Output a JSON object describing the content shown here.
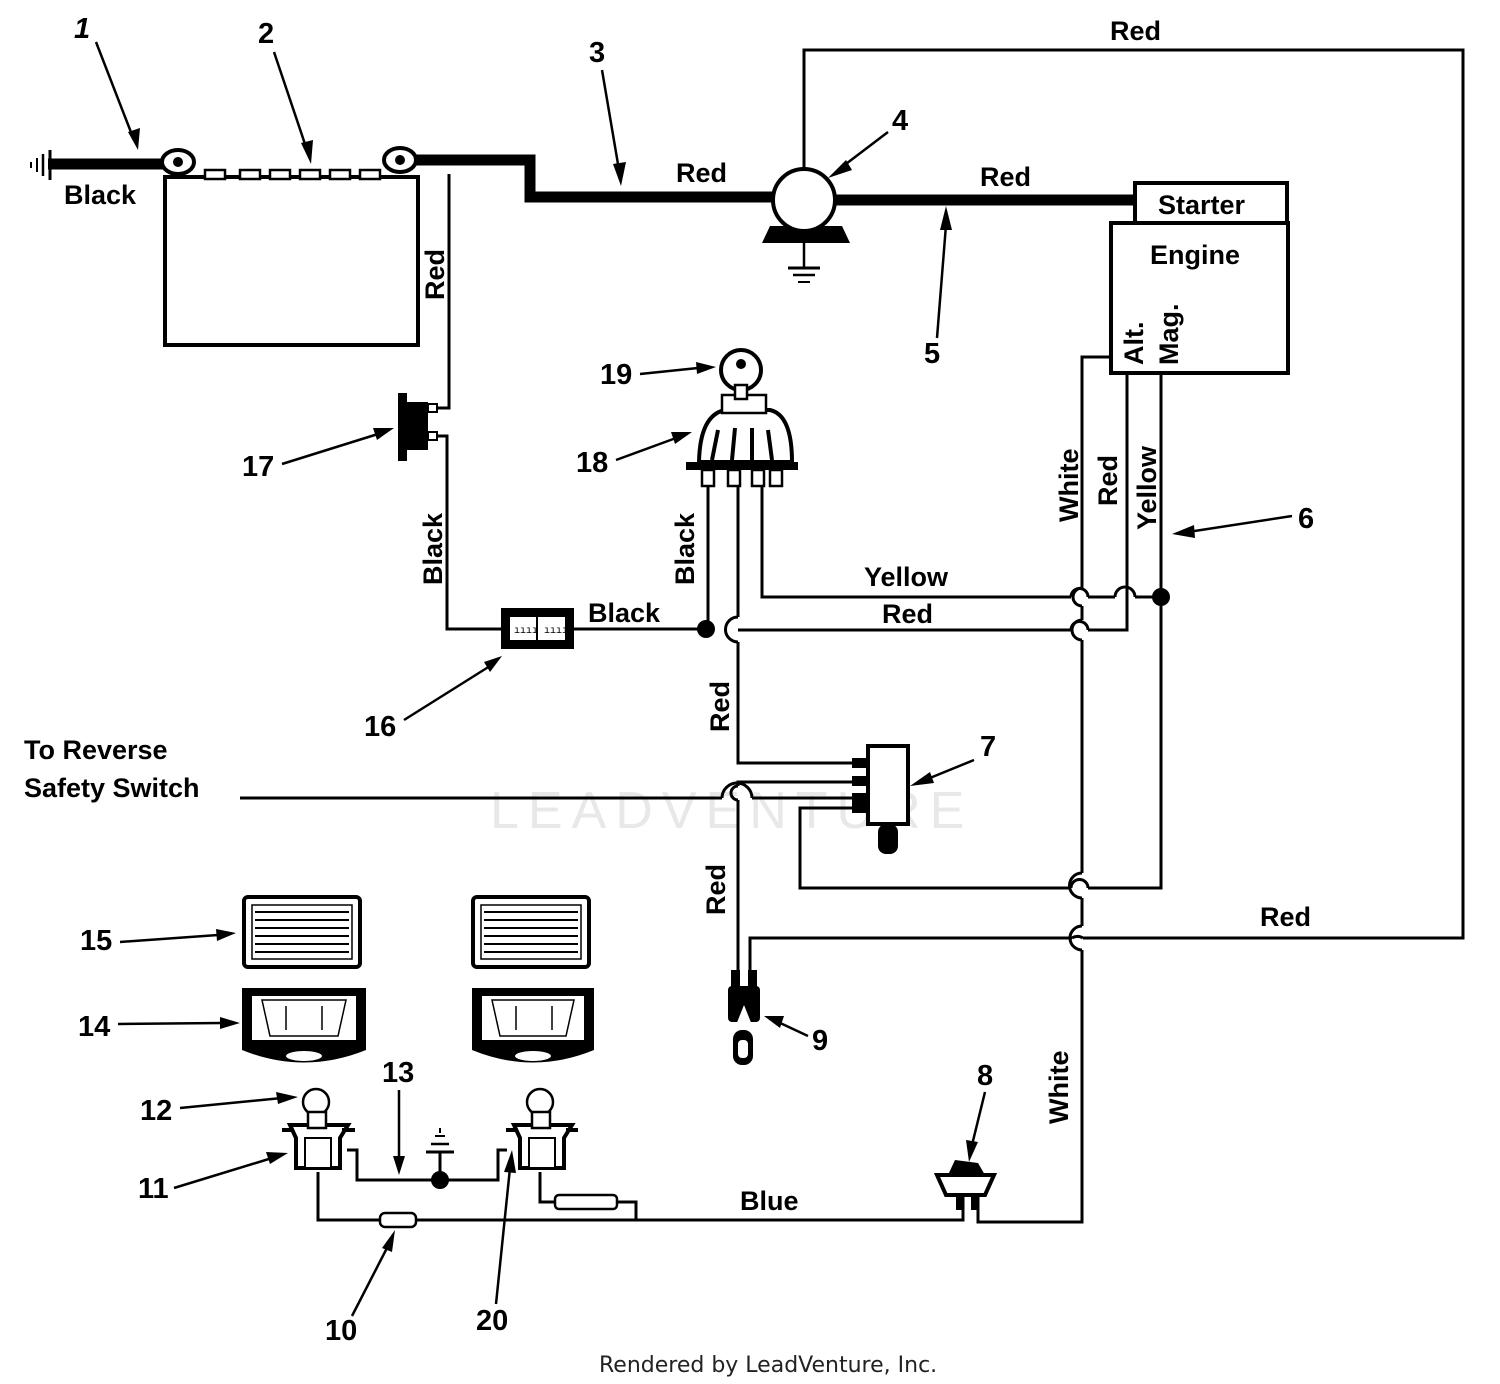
{
  "wire_labels": {
    "battery_ground": "Black",
    "battery_to_solenoid": "Red",
    "solenoid_to_starter": "Red",
    "top_loop": "Red",
    "battery_feed": "Red",
    "ammeter_feed": "Black",
    "ammeter_out": "Black",
    "switch_black": "Black",
    "switch_yellow": "Yellow",
    "switch_red": "Red",
    "engine_white": "White",
    "engine_red": "Red",
    "engine_yellow": "Yellow",
    "relay_red": "Red",
    "relay_out_red": "Red",
    "right_red": "Red",
    "lower_white": "White",
    "blue": "Blue"
  },
  "engine_block": {
    "starter": "Starter",
    "engine": "Engine",
    "alt": "Alt.",
    "mag": "Mag."
  },
  "reverse_note": {
    "line1": "To Reverse",
    "line2": "Safety Switch"
  },
  "callouts": [
    "1",
    "2",
    "3",
    "4",
    "5",
    "6",
    "7",
    "8",
    "9",
    "10",
    "11",
    "12",
    "13",
    "14",
    "15",
    "16",
    "17",
    "18",
    "19",
    "20"
  ],
  "watermark": "LEADVENTURE",
  "credit": "Rendered by LeadVenture, Inc."
}
